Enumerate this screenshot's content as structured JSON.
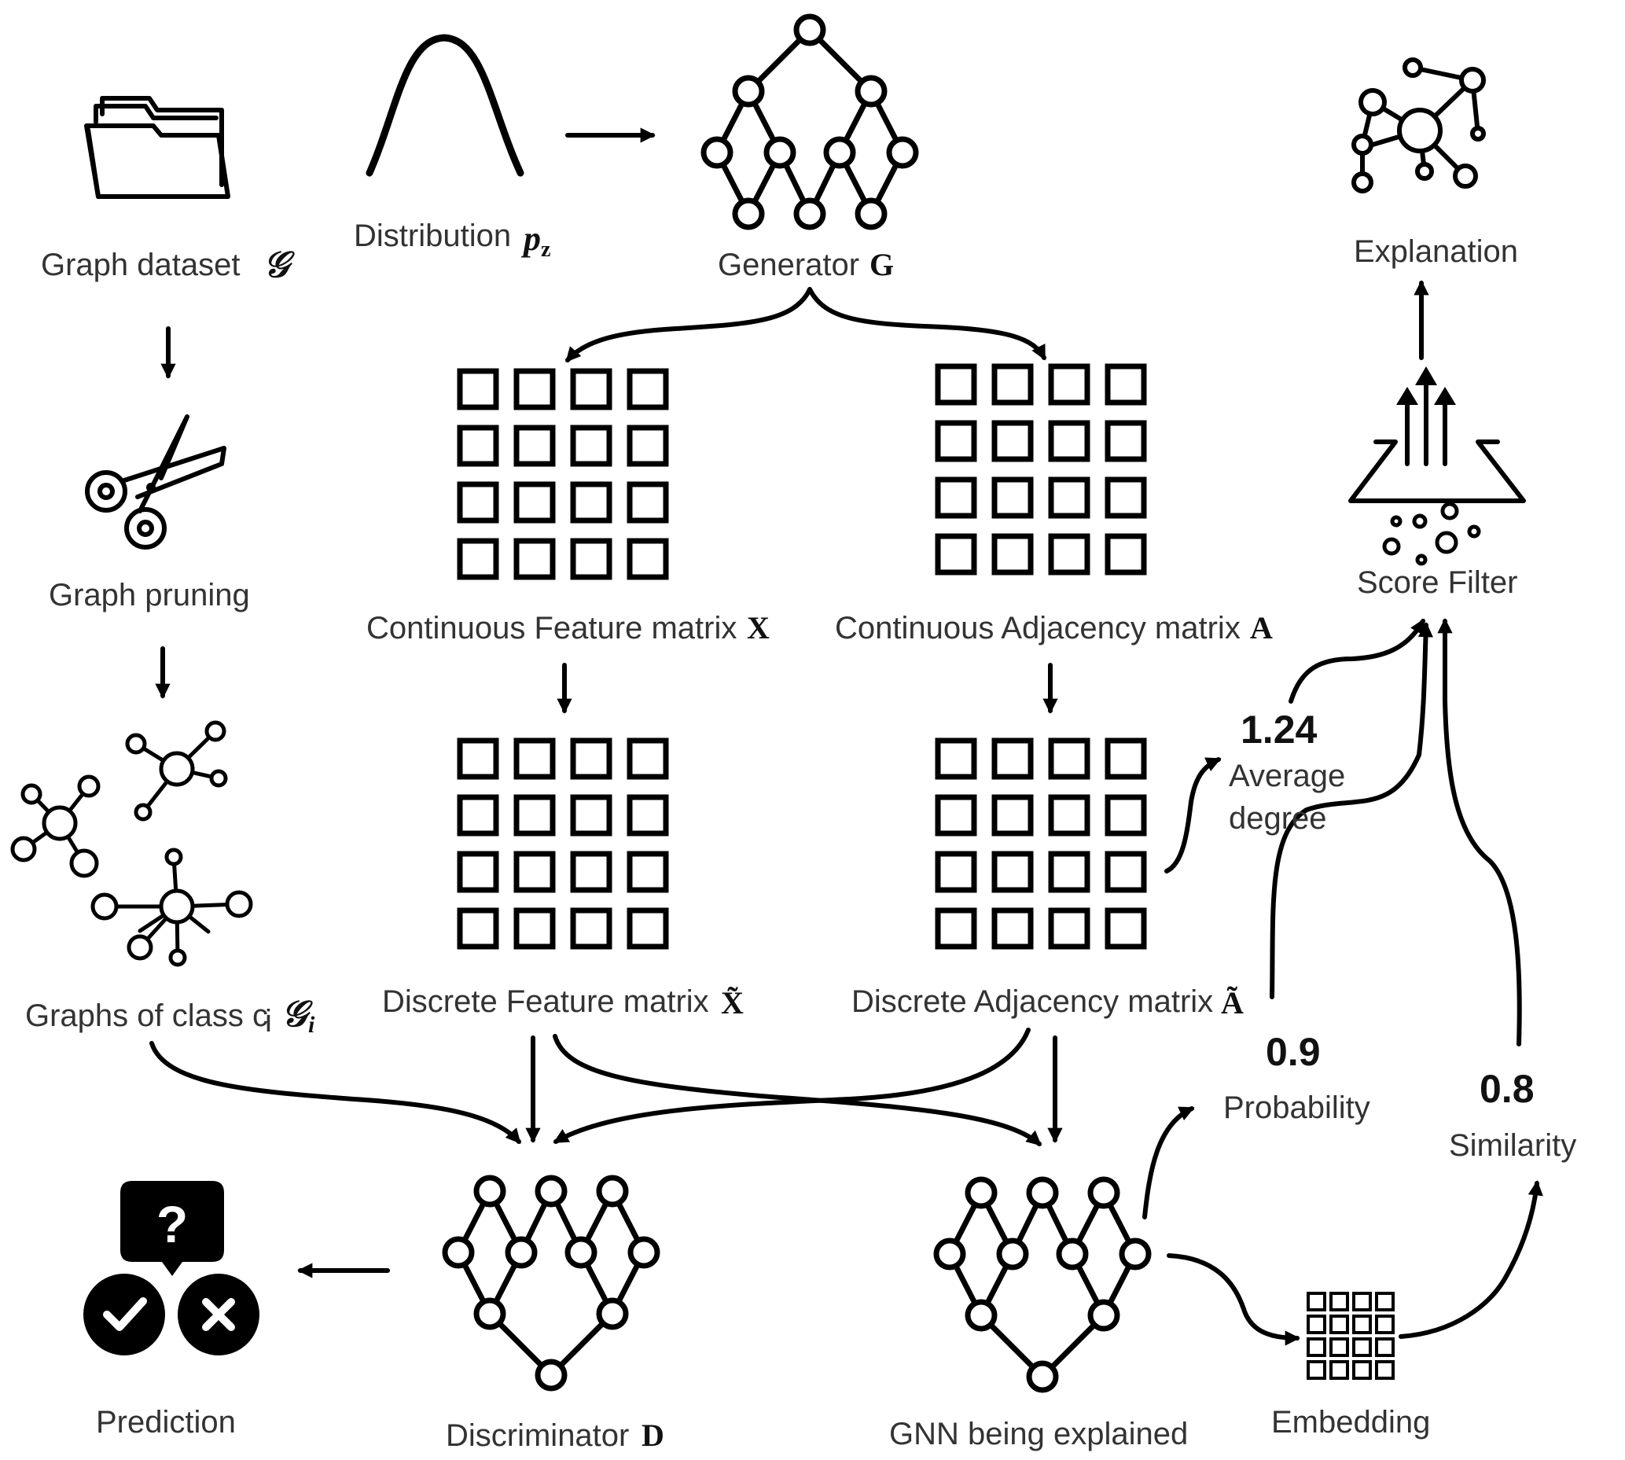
{
  "labels": {
    "graph_dataset": "Graph dataset",
    "graph_dataset_sym": "𝒢",
    "distribution": "Distribution",
    "distribution_sym": "p",
    "distribution_sub": "z",
    "generator": "Generator",
    "generator_sym": "G",
    "explanation": "Explanation",
    "graph_pruning": "Graph pruning",
    "continuous_feature": "Continuous Feature matrix",
    "continuous_feature_sym": "X",
    "continuous_adjacency": "Continuous Adjacency matrix",
    "continuous_adjacency_sym": "A",
    "score_filter": "Score Filter",
    "avg_degree_value": "1.24",
    "avg_degree_line1": "Average",
    "avg_degree_line2": "degree",
    "graphs_of_class": "Graphs of class c",
    "graphs_of_class_sub": "i",
    "graphs_of_class_sym": "𝒢",
    "graphs_of_class_sym_sub": "i",
    "discrete_feature": "Discrete Feature matrix",
    "discrete_feature_sym": "X̃",
    "discrete_adjacency": "Discrete Adjacency matrix",
    "discrete_adjacency_sym": "Ã",
    "probability_value": "0.9",
    "probability": "Probability",
    "similarity_value": "0.8",
    "similarity": "Similarity",
    "prediction": "Prediction",
    "discriminator": "Discriminator",
    "discriminator_sym": "D",
    "gnn": "GNN being explained",
    "embedding": "Embedding"
  },
  "icons": {
    "prediction_question": "?",
    "line_color": "#000000",
    "text_color": "#333333"
  }
}
